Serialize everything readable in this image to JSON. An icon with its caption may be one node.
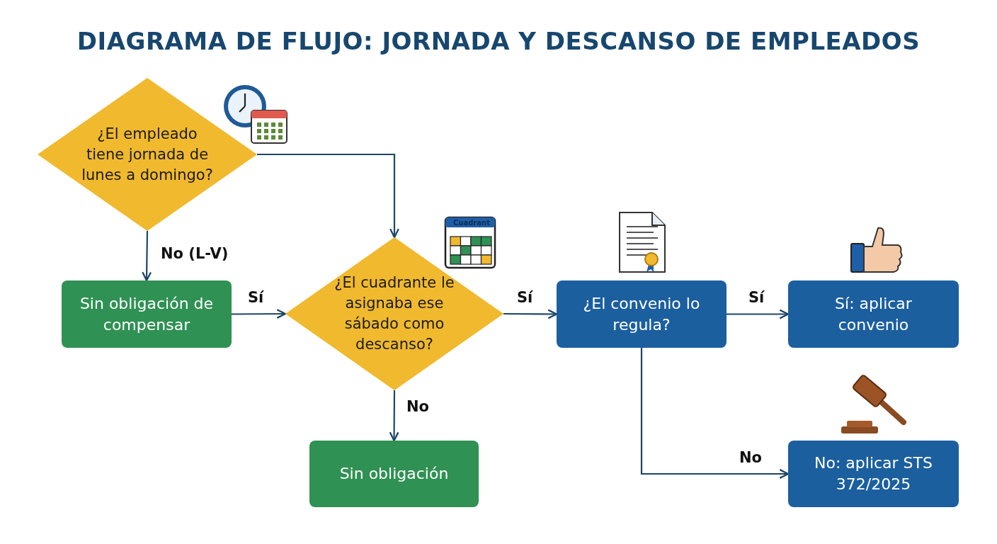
{
  "diagram": {
    "title": "DIAGRAMA DE FLUJO: JORNADA Y DESCANSO DE EMPLEADOS",
    "nodes": [
      {
        "text": [
          "¿El empleado tiene jornada de lunes a domingo?"
        ]
      },
      {
        "text": [
          "Sin obligación de compensar"
        ]
      },
      {
        "text": [
          "¿El cuadrante le asignaba ese sábado como descanso?"
        ]
      },
      {
        "text": [
          "¿El convenio lo regula?"
        ]
      },
      {
        "text": [
          "Sí: aplicar convenio"
        ]
      },
      {
        "text": [
          "Sin obligación"
        ]
      },
      {
        "text": [
          "No: aplicar STS 372/2025"
        ]
      }
    ],
    "edges": [
      {
        "from": 0,
        "to": 1,
        "arrow": "to",
        "label": "No (L-V)"
      },
      {
        "from": 0,
        "to": 2,
        "arrow": "to"
      },
      {
        "from": 1,
        "to": 2,
        "arrow": "to",
        "label": "Sí"
      },
      {
        "from": 2,
        "to": 3,
        "arrow": "to",
        "label": "Sí"
      },
      {
        "from": 3,
        "to": 4,
        "arrow": "to",
        "label": "Sí"
      },
      {
        "from": 2,
        "to": 5,
        "arrow": "to",
        "label": "No"
      },
      {
        "from": 3,
        "to": 6,
        "arrow": "to",
        "label": "No"
      }
    ],
    "labels": [
      "Cuadrant"
    ]
  }
}
